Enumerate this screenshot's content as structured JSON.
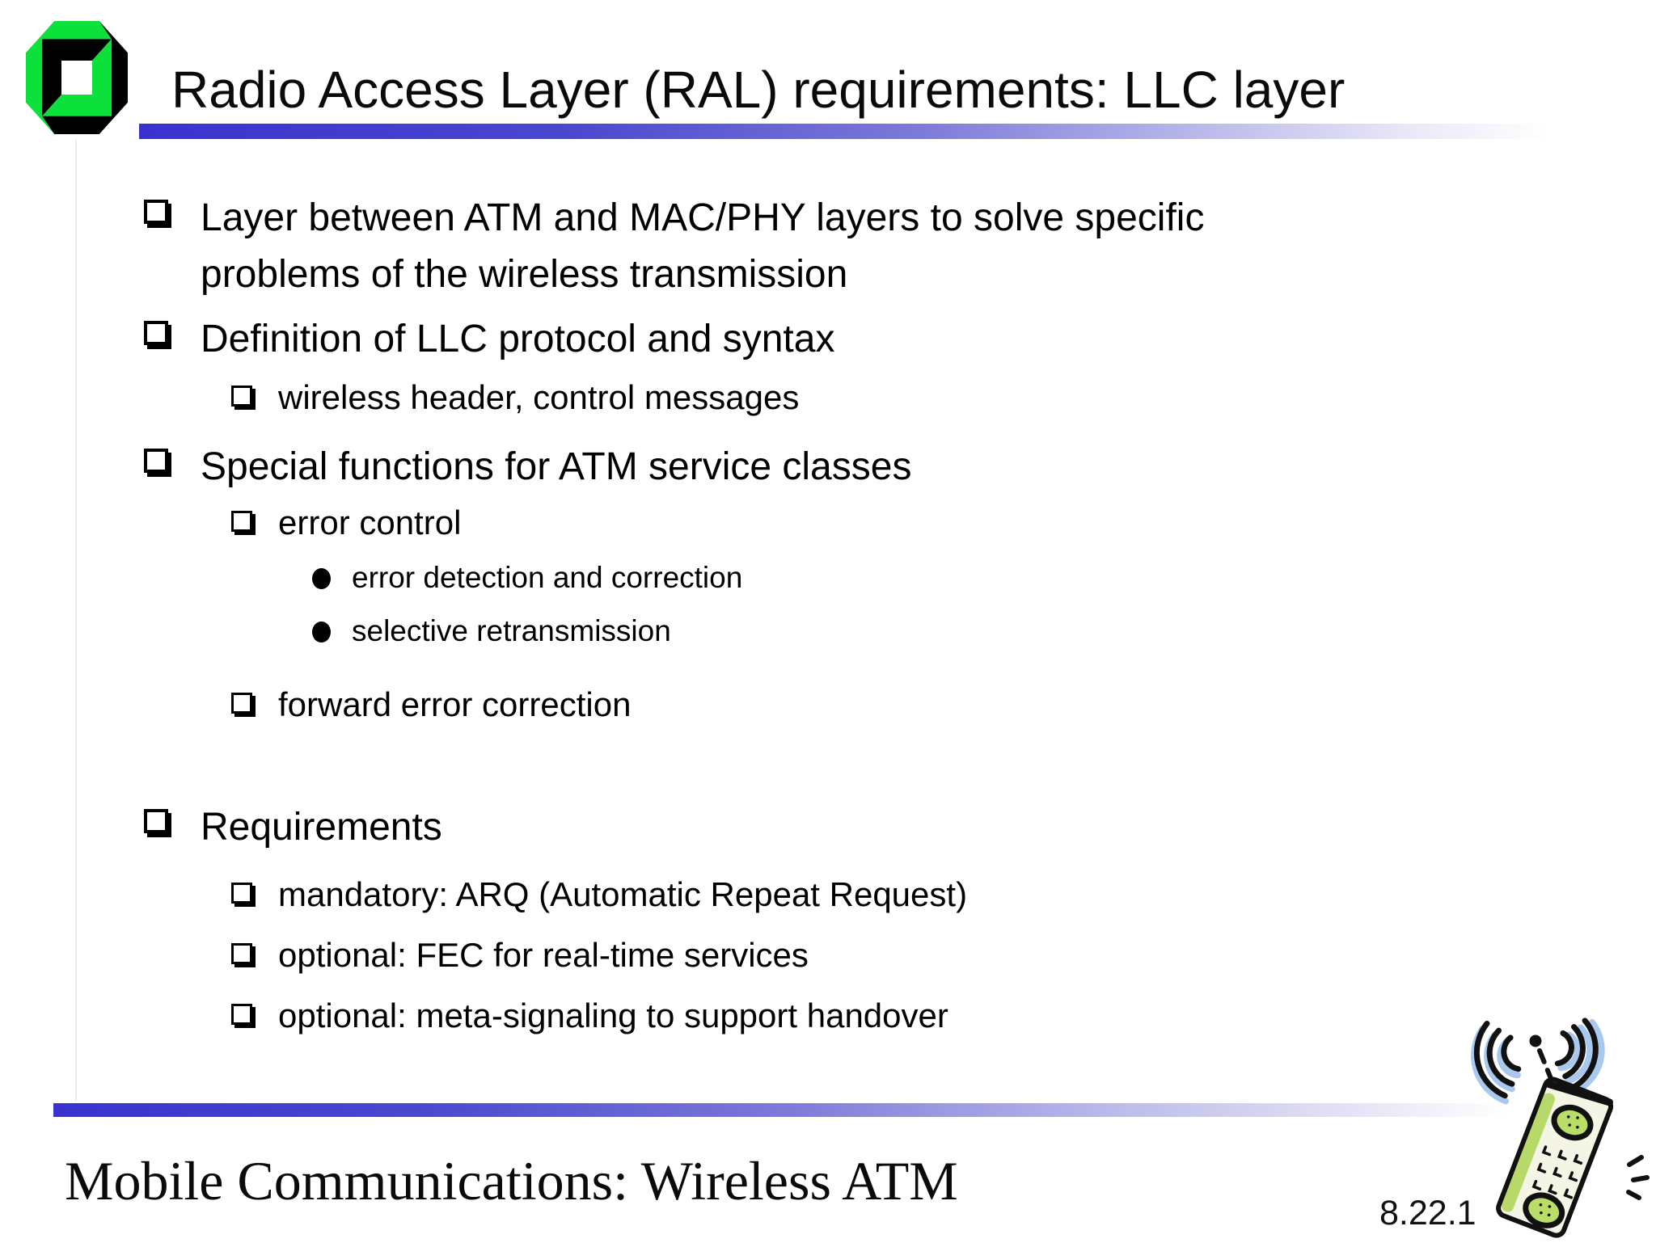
{
  "slide": {
    "title": "Radio Access Layer (RAL) requirements: LLC layer"
  },
  "content": {
    "bullets": [
      {
        "level": 1,
        "marker": "square",
        "text": "Layer between ATM and MAC/PHY layers to solve specific\nproblems of the wireless transmission"
      },
      {
        "level": 1,
        "marker": "square",
        "text": "Definition of LLC protocol and syntax"
      },
      {
        "level": 2,
        "marker": "square",
        "text": "wireless header, control messages"
      },
      {
        "level": 1,
        "marker": "square",
        "text": "Special functions for ATM service classes"
      },
      {
        "level": 2,
        "marker": "square",
        "text": "error control"
      },
      {
        "level": 3,
        "marker": "circle",
        "text": "error detection and correction"
      },
      {
        "level": 3,
        "marker": "circle",
        "text": "selective retransmission"
      },
      {
        "level": 2,
        "marker": "square",
        "text": "forward error correction"
      },
      {
        "level": 1,
        "marker": "square",
        "text": "Requirements",
        "gap_before": true
      },
      {
        "level": 2,
        "marker": "square",
        "text": "mandatory: ARQ (Automatic Repeat Request)"
      },
      {
        "level": 2,
        "marker": "square",
        "text": "optional: FEC for real-time services"
      },
      {
        "level": 2,
        "marker": "square",
        "text": "optional: meta-signaling to support handover"
      }
    ]
  },
  "footer": {
    "course_title": "Mobile Communications: Wireless ATM",
    "page_number": "8.22.1"
  },
  "colors": {
    "accent_bar_start": "#3a32cf",
    "accent_bar_end": "#ffffff",
    "logo_green": "#0be13a",
    "logo_black": "#000000",
    "phone_body_cream": "#f5f5e6",
    "phone_green": "#b6d96a",
    "wave_blue": "#a8c8ee"
  }
}
